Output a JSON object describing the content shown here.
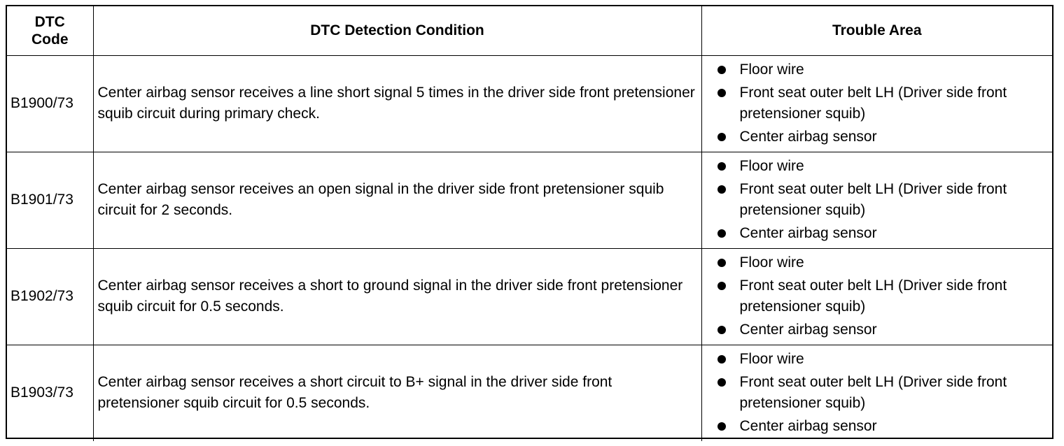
{
  "header": {
    "code_line1": "DTC",
    "code_line2": "Code",
    "condition": "DTC Detection Condition",
    "area": "Trouble Area"
  },
  "rows": [
    {
      "code": "B1900/73",
      "condition": "Center airbag sensor receives a line short signal 5 times in the driver side front pretensioner squib circuit during primary check.",
      "areas": [
        "Floor wire",
        "Front seat outer belt LH (Driver side front pretensioner squib)",
        "Center airbag sensor"
      ]
    },
    {
      "code": "B1901/73",
      "condition": "Center airbag sensor receives an open signal in the driver side front pretensioner squib circuit for 2 seconds.",
      "areas": [
        "Floor wire",
        "Front seat outer belt LH (Driver side front pretensioner squib)",
        "Center airbag sensor"
      ]
    },
    {
      "code": "B1902/73",
      "condition": "Center airbag sensor receives a short to ground signal in the driver side front pretensioner squib circuit for 0.5 seconds.",
      "areas": [
        "Floor wire",
        "Front seat outer belt LH (Driver side front pretensioner squib)",
        "Center airbag sensor"
      ]
    },
    {
      "code": "B1903/73",
      "condition": "Center airbag sensor receives a short circuit to B+ signal in the driver side front pretensioner squib circuit for 0.5 seconds.",
      "areas": [
        "Floor wire",
        "Front seat outer belt LH (Driver side front pretensioner squib)",
        "Center airbag sensor"
      ]
    }
  ]
}
